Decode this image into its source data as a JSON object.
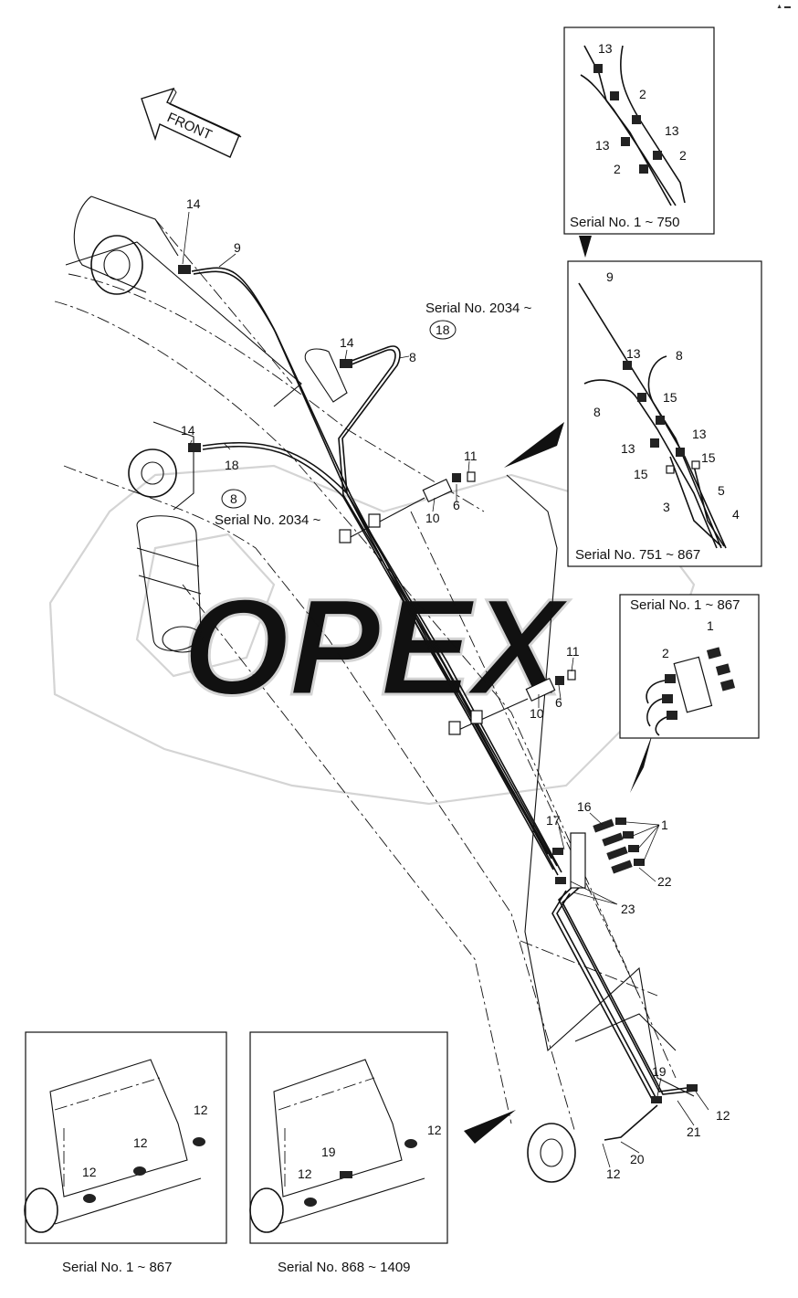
{
  "front_label": "FRONT",
  "corner_mark": "▲ ▬",
  "watermark_text": "OPEX",
  "part_numbers": {
    "p14a": "14",
    "p9a": "9",
    "p14b": "14",
    "p8a": "8",
    "p18a": "18",
    "p14c": "14",
    "p18b": "18",
    "p8b": "8",
    "p11a": "11",
    "p6a": "6",
    "p10a": "10",
    "p11b": "11",
    "p6b": "6",
    "p10b": "10",
    "p16": "16",
    "p1": "1",
    "p17": "17",
    "p22": "22",
    "p23": "23",
    "p19": "19",
    "p12a": "12",
    "p21": "21",
    "p20": "20",
    "p12b": "12"
  },
  "serial_labels": {
    "upper_2034": "Serial No. 2034 ~",
    "lower_2034": "Serial No. 2034 ~"
  },
  "insets": {
    "s1_750": {
      "caption": "Serial No. 1 ~ 750",
      "labels": [
        "13",
        "2",
        "13",
        "13",
        "2",
        "2"
      ]
    },
    "s751_867": {
      "caption": "Serial No. 751 ~ 867",
      "labels": [
        "9",
        "13",
        "8",
        "15",
        "8",
        "13",
        "13",
        "15",
        "15",
        "5",
        "3",
        "4"
      ]
    },
    "s1_867_top": {
      "caption": "Serial No. 1 ~ 867",
      "labels": [
        "1",
        "2"
      ]
    },
    "s1_867_bottom": {
      "caption": "Serial No. 1 ~ 867",
      "labels": [
        "12",
        "12",
        "12"
      ]
    },
    "s868_1409": {
      "caption": "Serial No. 868 ~ 1409",
      "labels": [
        "12",
        "19",
        "12"
      ]
    }
  }
}
